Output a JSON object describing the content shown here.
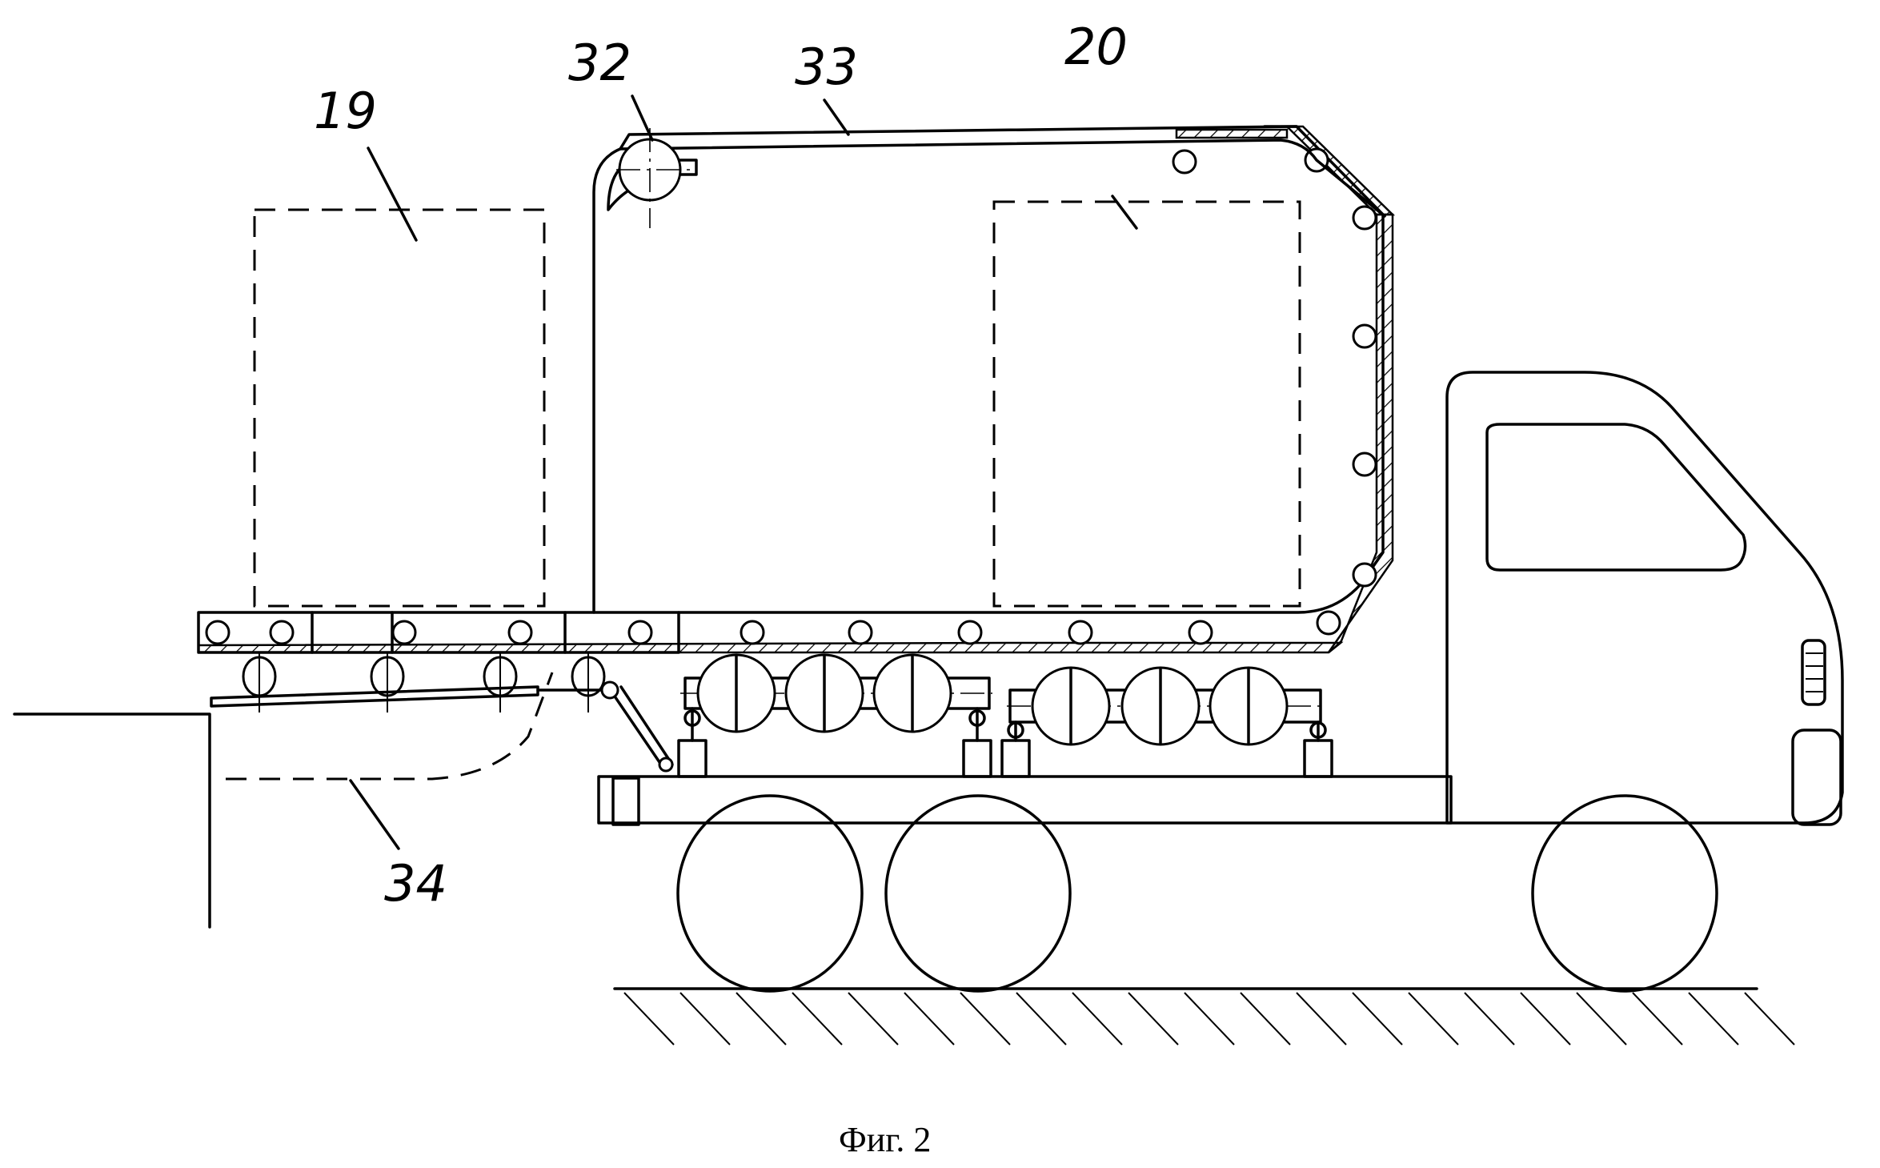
{
  "labels": {
    "ref_19": "19",
    "ref_20": "20",
    "ref_32": "32",
    "ref_33": "33",
    "ref_34": "34"
  },
  "caption": "Фиг. 2"
}
